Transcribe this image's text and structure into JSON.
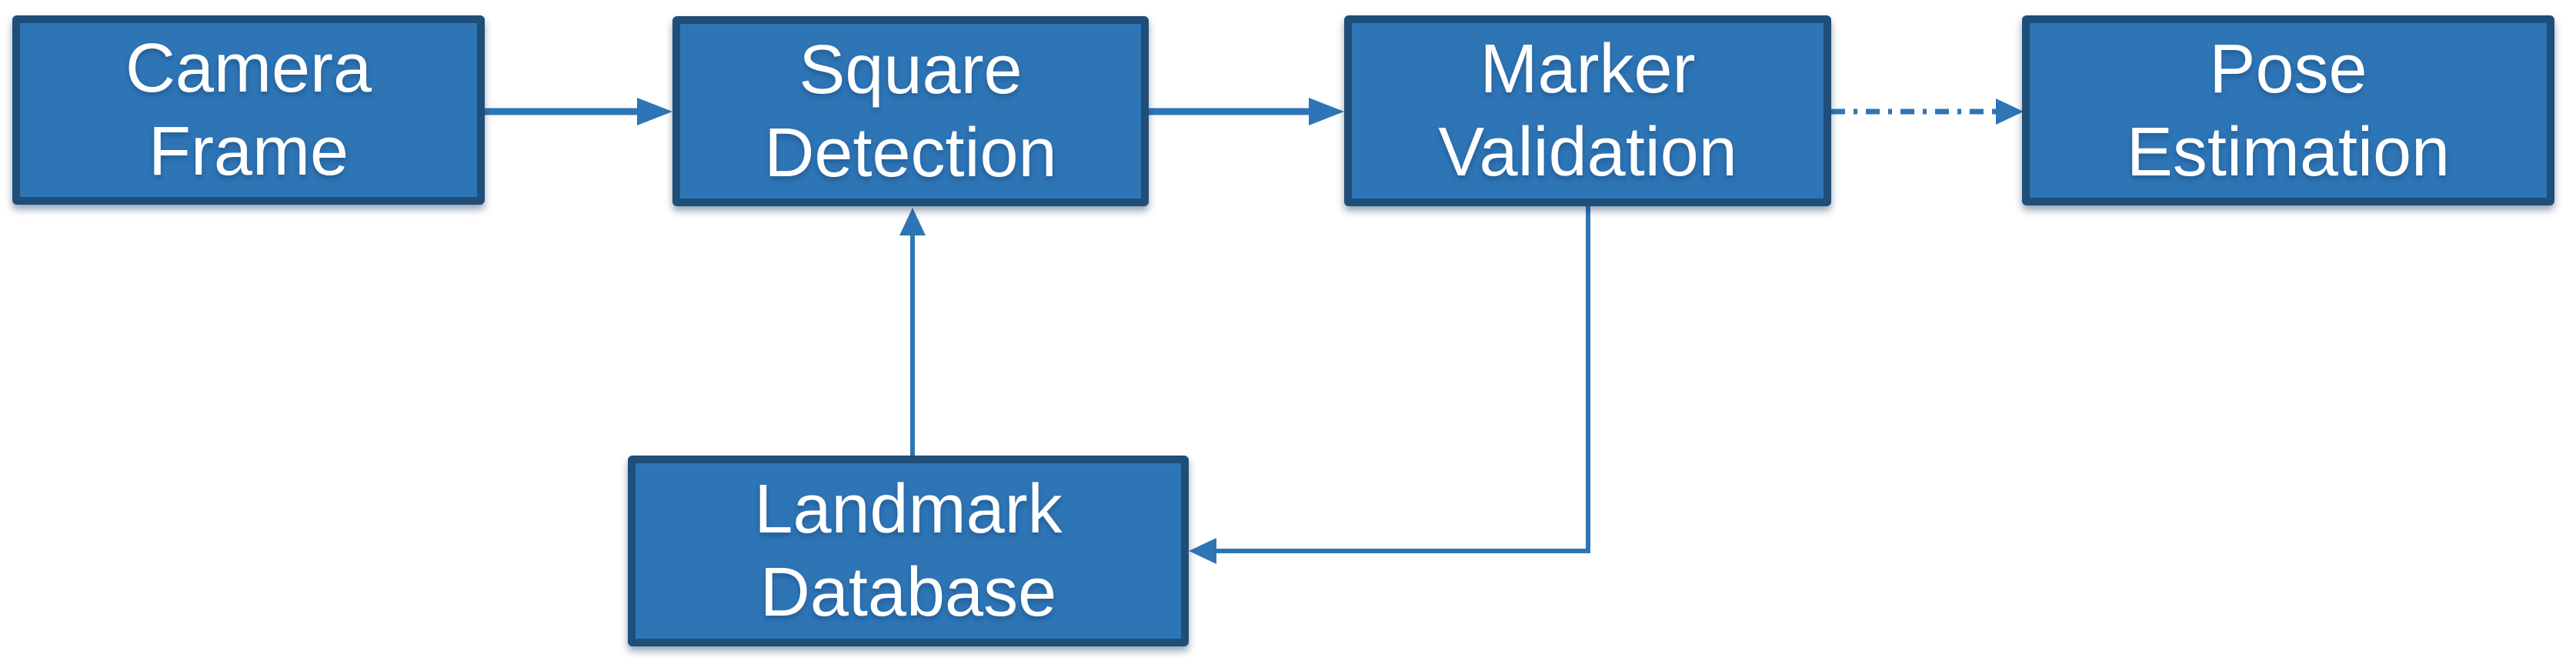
{
  "diagram": {
    "type": "flowchart",
    "background_color": "#ffffff",
    "node_fill_color": "#2e75b6",
    "node_border_color": "#1f4e79",
    "arrow_color": "#2e75b6",
    "text_color": "#ffffff",
    "nodes": [
      {
        "id": "camera-frame",
        "label": "Camera Frame",
        "lines": [
          "Camera",
          "Frame"
        ]
      },
      {
        "id": "square-detection",
        "label": "Square Detection",
        "lines": [
          "Square",
          "Detection"
        ]
      },
      {
        "id": "marker-validation",
        "label": "Marker Validation",
        "lines": [
          "Marker",
          "Validation"
        ]
      },
      {
        "id": "pose-estimation",
        "label": "Pose Estimation",
        "lines": [
          "Pose",
          "Estimation"
        ]
      },
      {
        "id": "landmark-database",
        "label": "Landmark Database",
        "lines": [
          "Landmark",
          "Database"
        ]
      }
    ],
    "edges": [
      {
        "from": "Camera Frame",
        "to": "Square Detection",
        "style": "solid",
        "routing": "straight"
      },
      {
        "from": "Square Detection",
        "to": "Marker Validation",
        "style": "solid",
        "routing": "straight"
      },
      {
        "from": "Marker Validation",
        "to": "Pose Estimation",
        "style": "dash-dot",
        "routing": "straight"
      },
      {
        "from": "Landmark Database",
        "to": "Square Detection",
        "style": "solid",
        "routing": "straight-up"
      },
      {
        "from": "Marker Validation",
        "to": "Landmark Database",
        "style": "solid",
        "routing": "elbow-down-left"
      }
    ]
  }
}
